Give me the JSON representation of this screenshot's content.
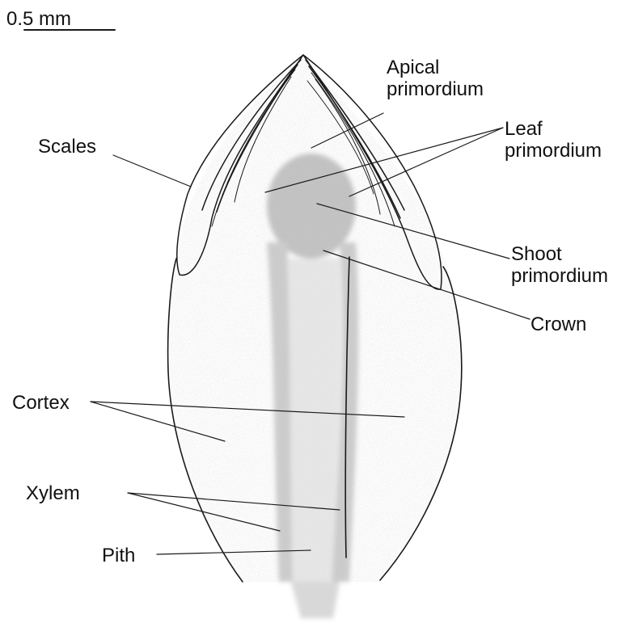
{
  "scale_bar": {
    "label": "0.5 mm"
  },
  "labels": {
    "apical": {
      "line1": "Apical",
      "line2": "primordium"
    },
    "leaf": {
      "line1": "Leaf",
      "line2": "primordium"
    },
    "scales": "Scales",
    "shoot": {
      "line1": "Shoot",
      "line2": "primordium"
    },
    "crown": "Crown",
    "cortex": "Cortex",
    "xylem": "Xylem",
    "pith": "Pith"
  },
  "colors": {
    "ink": "#1a1a1a",
    "stipple": "#9a9a9a",
    "background": "#ffffff"
  }
}
